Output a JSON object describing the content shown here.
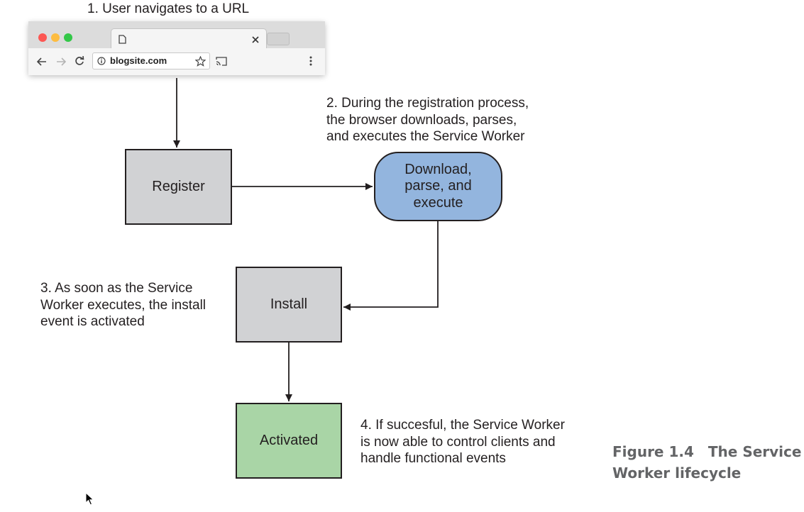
{
  "browser": {
    "url": "blogsite.com",
    "icons": [
      "close-dot",
      "minimize-dot",
      "maximize-dot",
      "page-icon",
      "close-tab-icon",
      "back-icon",
      "forward-icon",
      "reload-icon",
      "info-icon",
      "star-icon",
      "cast-icon",
      "menu-icon"
    ]
  },
  "steps": {
    "step1": "1. User navigates to a URL",
    "step2": [
      "2. During the registration process,",
      "the browser downloads, parses,",
      "and executes the Service Worker"
    ],
    "step3": [
      "3. As soon as the Service",
      "Worker executes, the install",
      "event is activated"
    ],
    "step4": [
      "4. If succesful, the Service Worker",
      "is now able to control clients and",
      "handle functional events"
    ]
  },
  "nodes": {
    "register": "Register",
    "download": "Download,\nparse, and\nexecute",
    "install": "Install",
    "activated": "Activated"
  },
  "colors": {
    "process_gray": "#d1d2d4",
    "download_blue": "#93b5de",
    "activated_green": "#a9d5a6",
    "caption_gray": "#636466"
  },
  "caption": {
    "number": "Figure 1.4",
    "title_line1": "The Service",
    "title_line2": "Worker lifecycle"
  }
}
